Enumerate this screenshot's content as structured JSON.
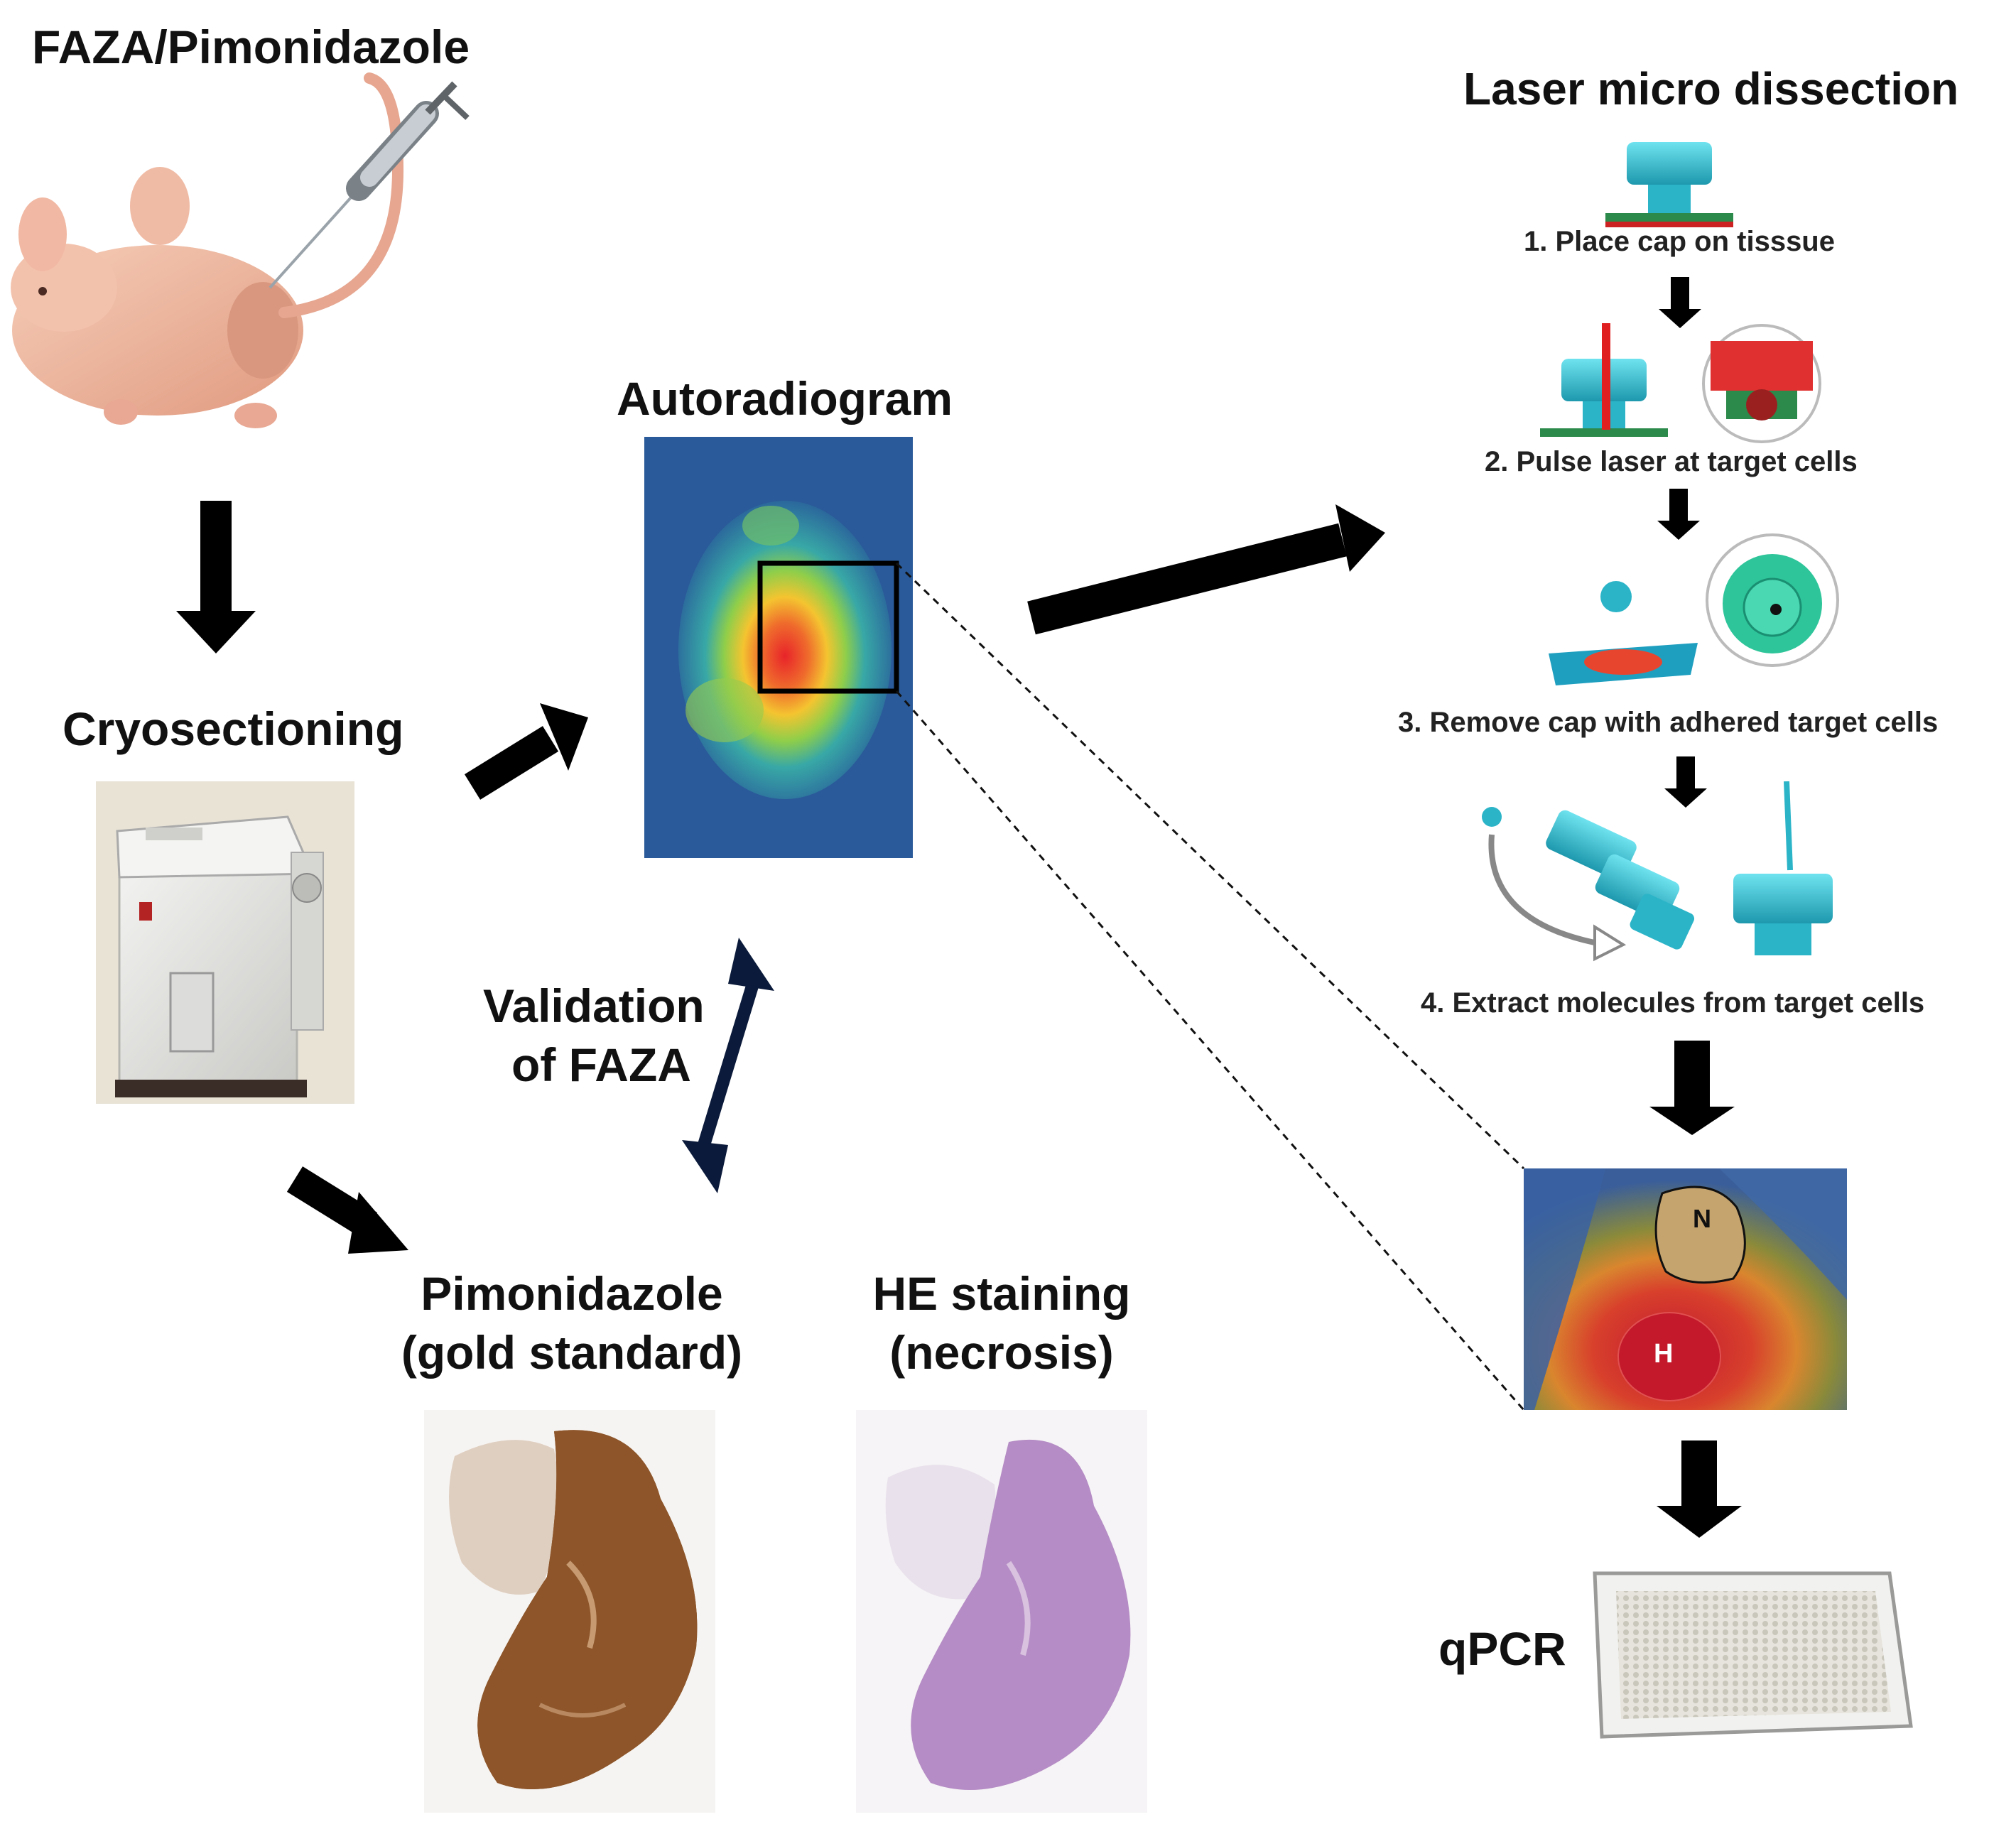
{
  "labels": {
    "injection": "FAZA/Pimonidazole",
    "cryosectioning": "Cryosectioning",
    "autoradiogram": "Autoradiogram",
    "validation_line1": "Validation",
    "validation_line2": "of FAZA",
    "pimonidazole_line1": "Pimonidazole",
    "pimonidazole_line2": "(gold standard)",
    "he_line1": "HE staining",
    "he_line2": "(necrosis)",
    "lmd_title": "Laser micro dissection",
    "step1": "1. Place cap on tisssue",
    "step2": "2. Pulse laser at target cells",
    "step3": "3. Remove cap with adhered target cells",
    "step4": "4. Extract molecules from target cells",
    "region_n": "N",
    "region_h": "H",
    "qpcr": "qPCR"
  },
  "colors": {
    "arrow": "#000000",
    "validation_arrow": "#0b1a3a",
    "autoradiogram_bg": "#2b5d9b",
    "hypoxic": "#d8262a",
    "pimo_stain": "#8a5428",
    "he_stain": "#b88fc6",
    "lmd_cap": "#37c4d6"
  },
  "icons": [
    "syringe-icon",
    "mouse-illustration",
    "cryostat-illustration",
    "lmd-cap-icon",
    "laser-beam-icon",
    "pcr-plate-icon"
  ]
}
